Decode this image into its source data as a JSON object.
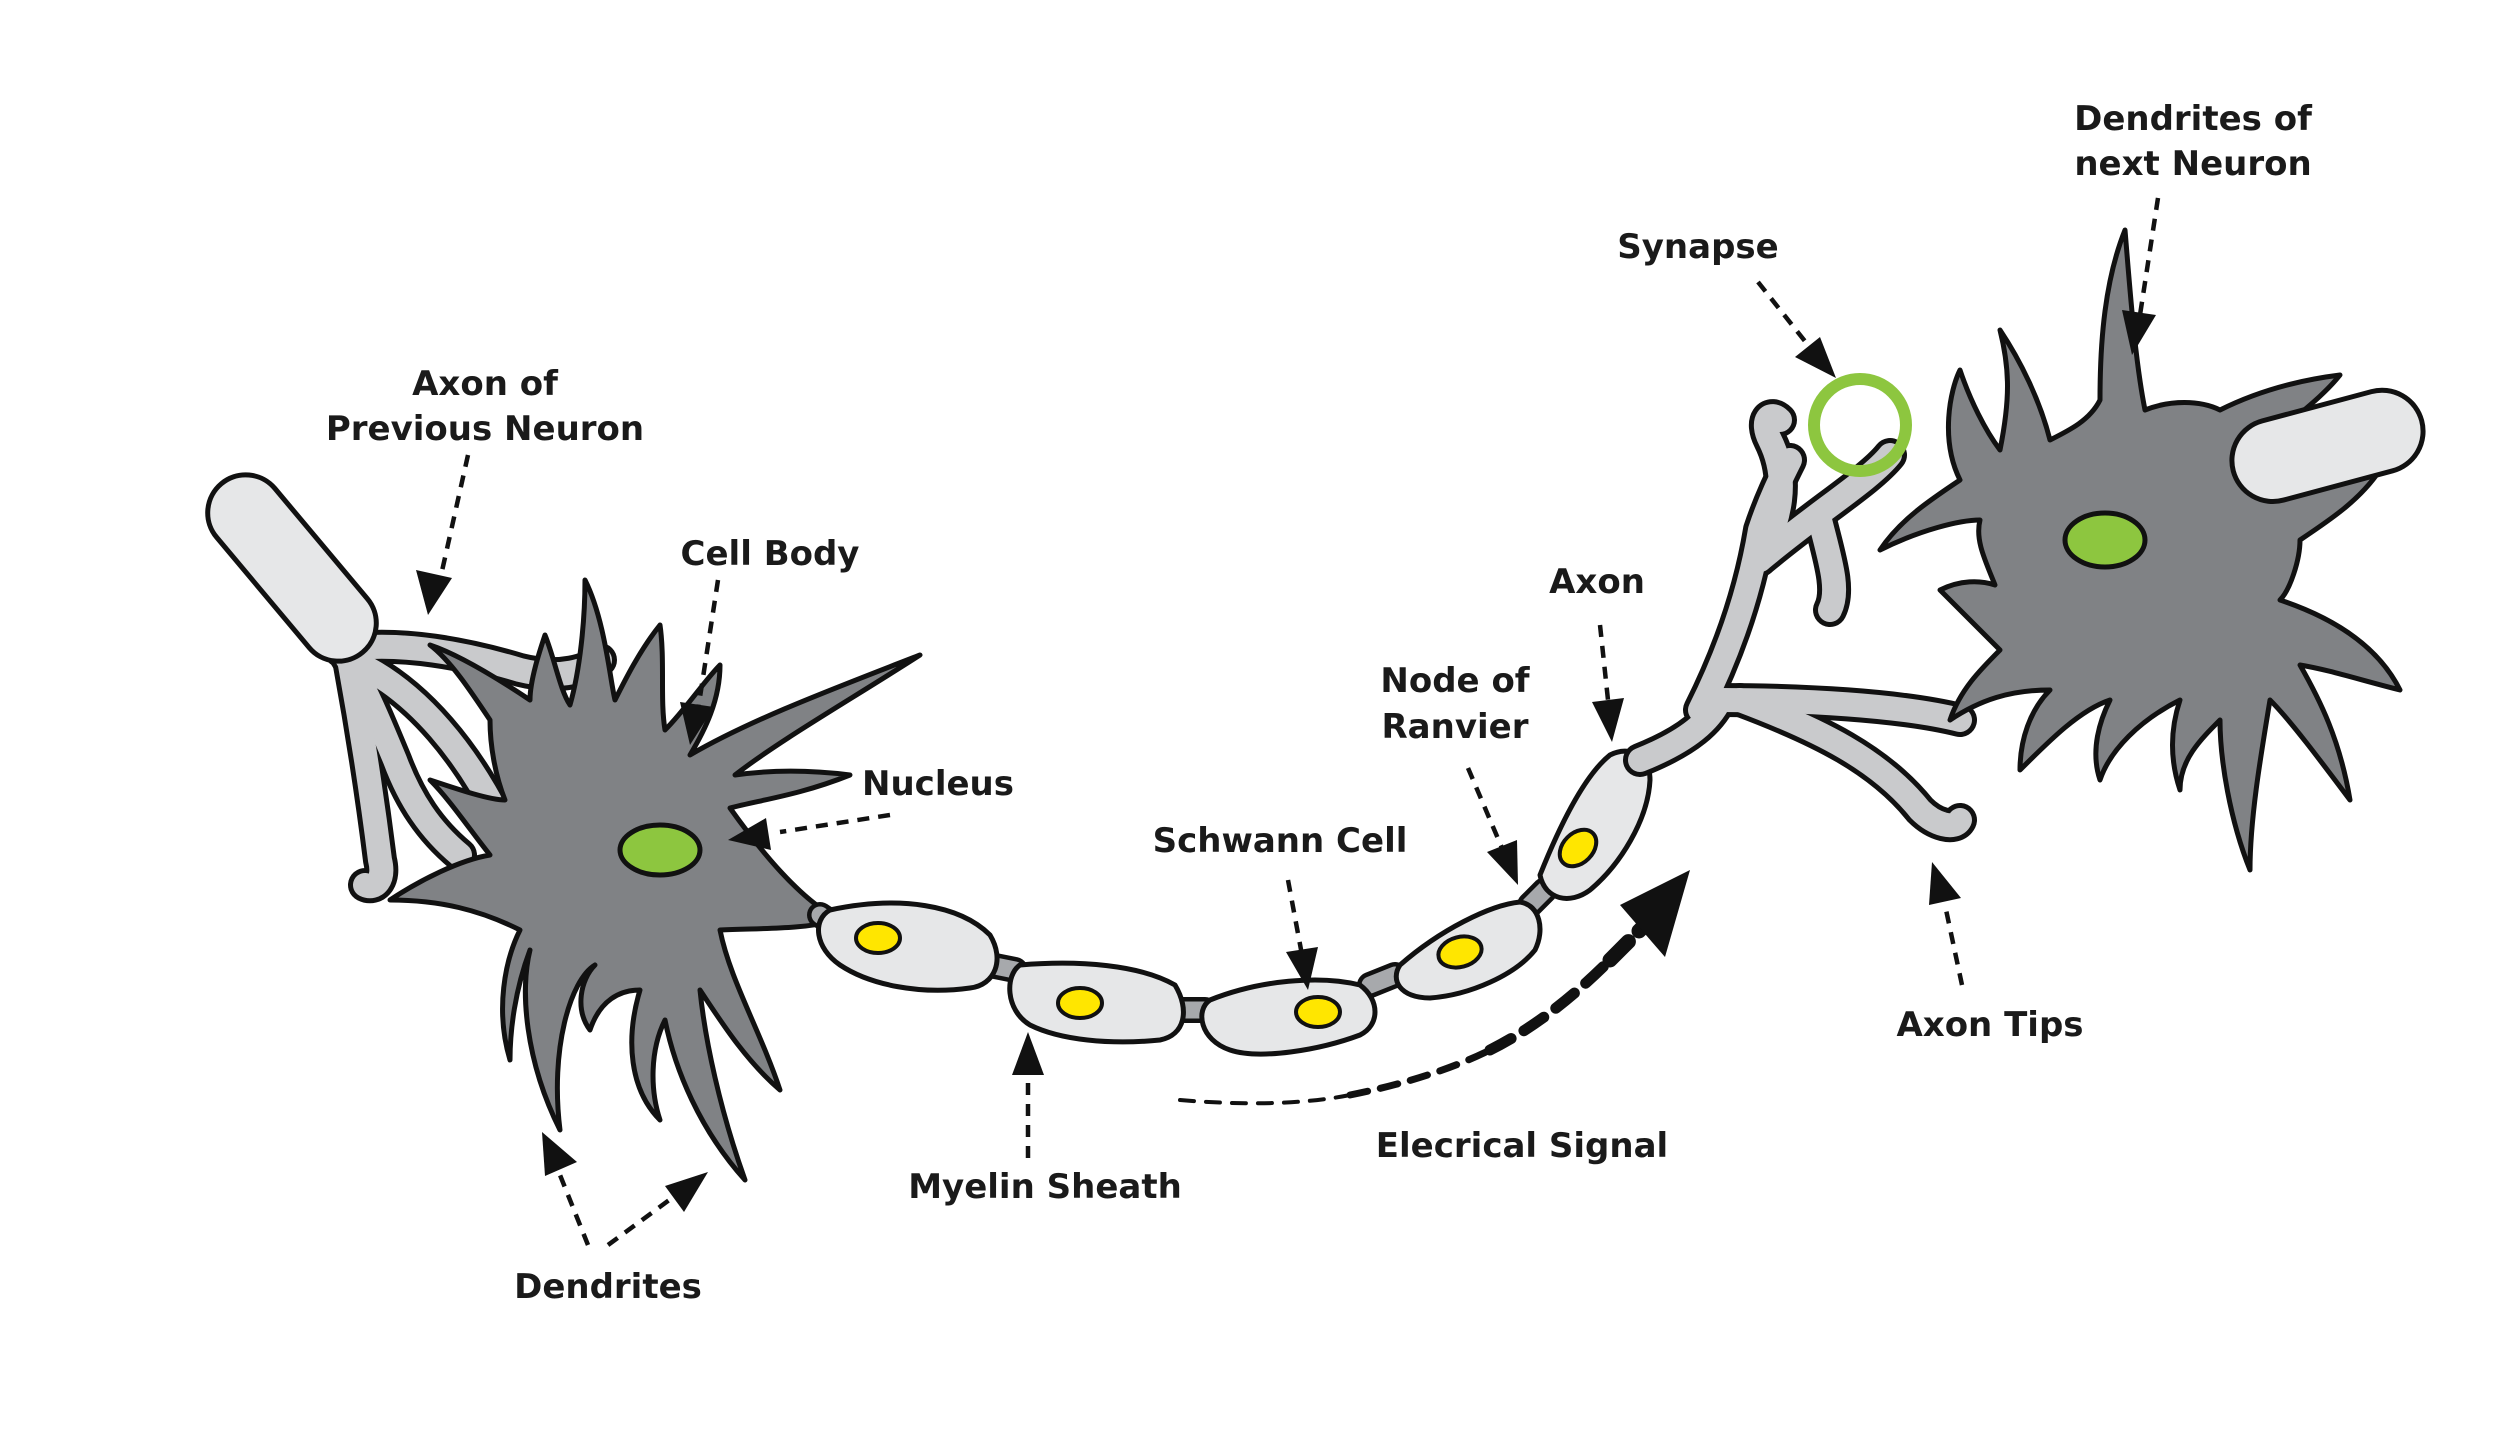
{
  "labels": {
    "axon_prev_line1": "Axon of",
    "axon_prev_line2": "Previous Neuron",
    "cell_body": "Cell Body",
    "nucleus": "Nucleus",
    "dendrites": "Dendrites",
    "myelin_sheath": "Myelin Sheath",
    "schwann_cell": "Schwann Cell",
    "node_line1": "Node of",
    "node_line2": "Ranvier",
    "axon": "Axon",
    "synapse": "Synapse",
    "dendrites_next_line1": "Dendrites of",
    "dendrites_next_line2": "next Neuron",
    "axon_tips": "Axon Tips",
    "electrical_signal": "Elecrical Signal"
  },
  "colors": {
    "cell_fill": "#808285",
    "sheath_fill": "#e6e7e8",
    "nucleus_green": "#8dc63f",
    "schwann_nucleus_yellow": "#ffe600",
    "synapse_ring": "#8dc63f",
    "outline": "#111111"
  }
}
